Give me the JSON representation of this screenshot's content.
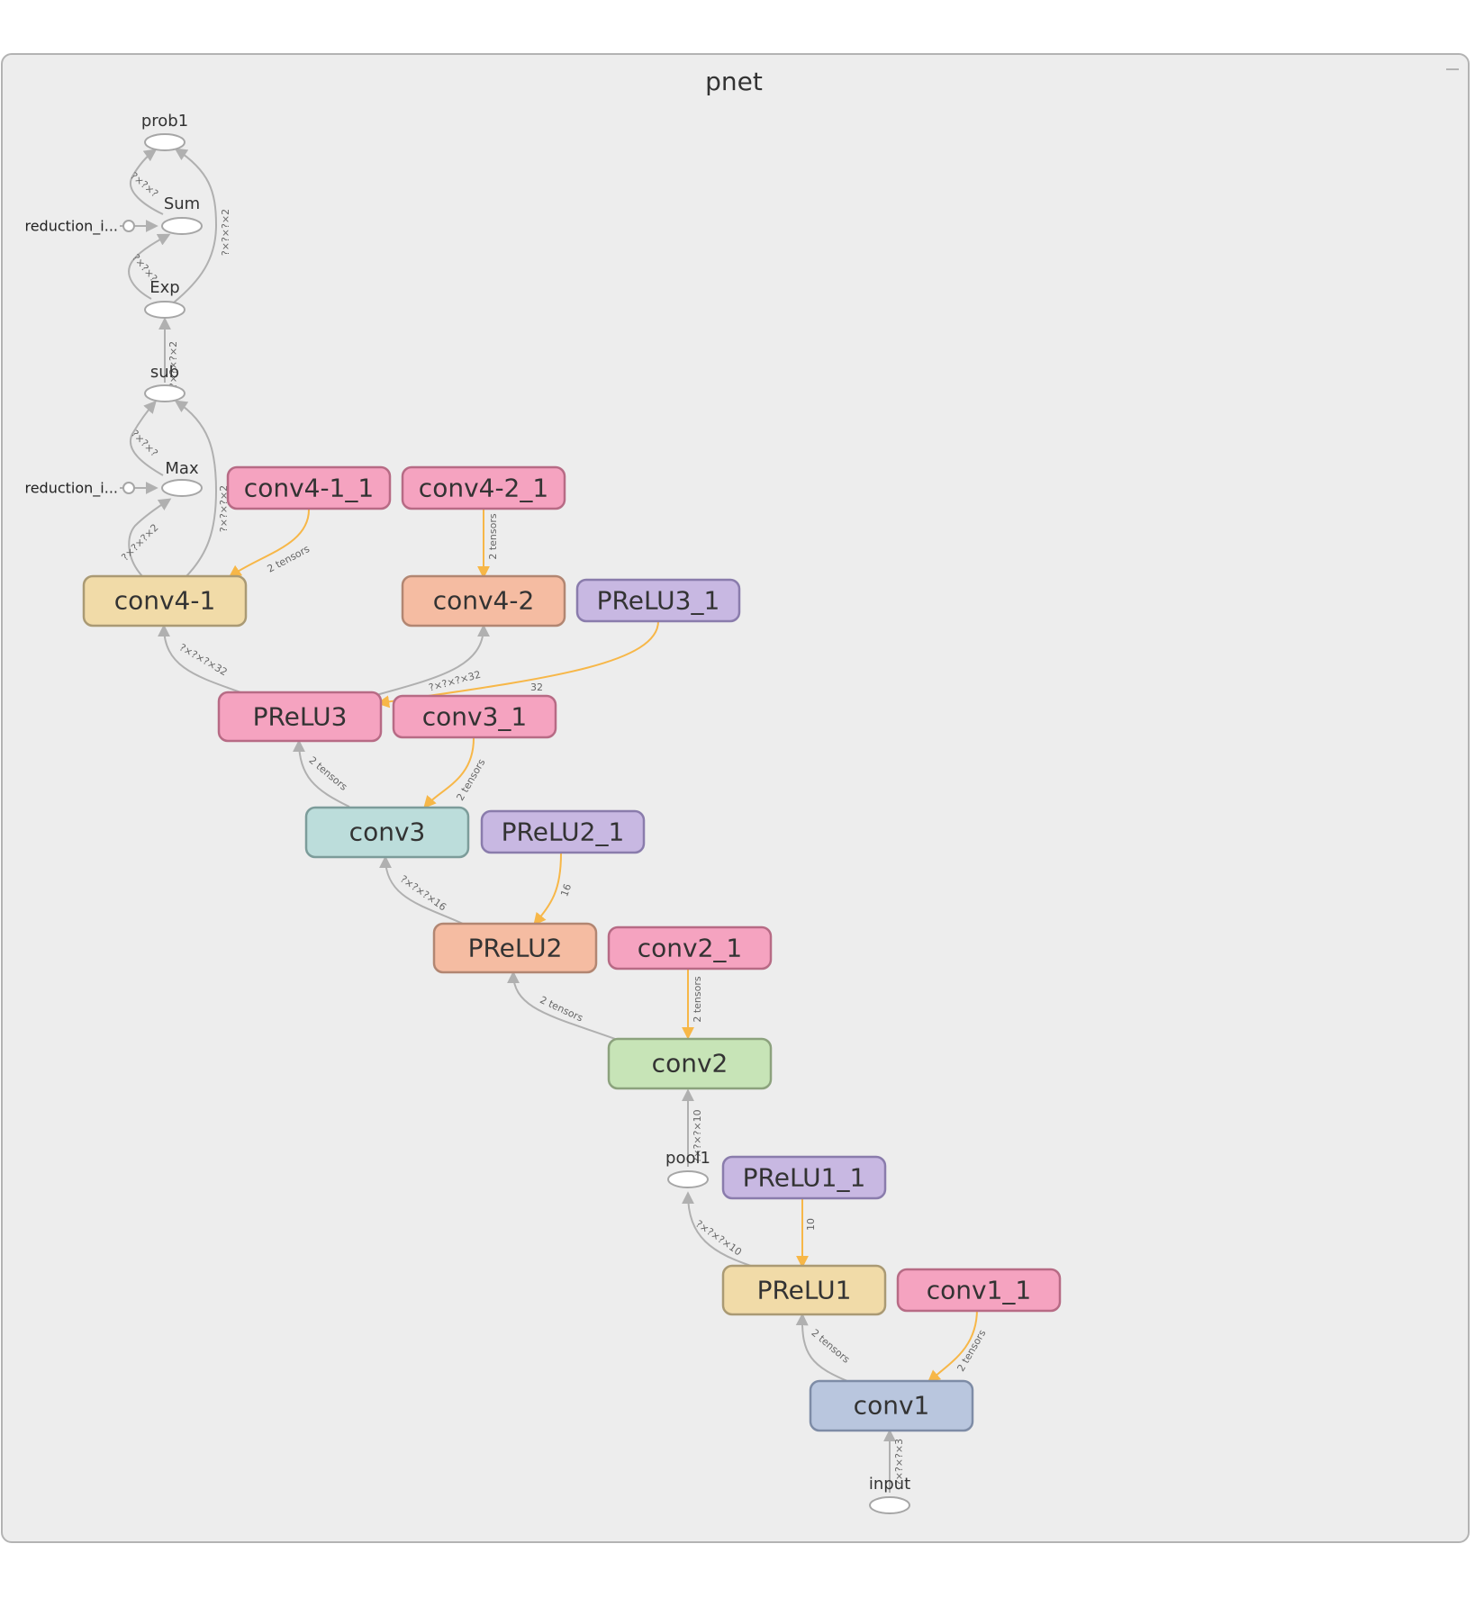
{
  "graph": {
    "title": "pnet",
    "colors": {
      "panel_bg": "#ededed",
      "panel_border": "#b3b3b3",
      "edge_gray": "#b0b0b0",
      "edge_orange": "#f7b748",
      "pink_fill": "#f5a3c0",
      "pink_stroke": "#b76b85",
      "tan_fill": "#f1dba8",
      "tan_stroke": "#aa9a74",
      "salmon_fill": "#f5bca2",
      "salmon_stroke": "#b28672",
      "purple_fill": "#c8b8e2",
      "purple_stroke": "#8a7cac",
      "teal_fill": "#bcdddb",
      "teal_stroke": "#7c9c9a",
      "green_fill": "#c7e4b7",
      "green_stroke": "#8ca27d",
      "blue_fill": "#b9c6de",
      "blue_stroke": "#7e8ca6"
    },
    "nodes": {
      "conv4_1_1": "conv4-1_1",
      "conv4_2_1": "conv4-2_1",
      "conv4_1": "conv4-1",
      "conv4_2": "conv4-2",
      "prelu3_1": "PReLU3_1",
      "prelu3": "PReLU3",
      "conv3_1": "conv3_1",
      "conv3": "conv3",
      "prelu2_1": "PReLU2_1",
      "prelu2": "PReLU2",
      "conv2_1": "conv2_1",
      "conv2": "conv2",
      "prelu1_1": "PReLU1_1",
      "prelu1": "PReLU1",
      "conv1_1": "conv1_1",
      "conv1": "conv1"
    },
    "ops": {
      "prob1": "prob1",
      "sum": "Sum",
      "exp": "Exp",
      "sub": "sub",
      "max": "Max",
      "pool1": "pool1",
      "input": "input"
    },
    "side_labels": {
      "reduction_sum": "reduction_i...",
      "reduction_max": "reduction_i..."
    },
    "edge_labels": {
      "sum_prob1": "?×?×?",
      "exp_prob1": "?×?×?×2",
      "exp_sum": "?×?×?",
      "sub_exp": "?×?×?×2",
      "max_sub": "?×?×?",
      "conv41_sub": "?×?×?×2",
      "conv41_max": "?×?×?×2",
      "conv411_conv41": "2 tensors",
      "conv421_conv42": "2 tensors",
      "prelu3_conv41": "?×?×?×32",
      "prelu3_conv42": "?×?×?×32",
      "prelu31_prelu3": "32",
      "conv3_prelu3": "2 tensors",
      "conv31_conv3": "2 tensors",
      "prelu2_conv3": "?×?×?×16",
      "prelu21_prelu2": "16",
      "conv2_prelu2": "2 tensors",
      "conv21_conv2": "2 tensors",
      "pool1_conv2": "?×?×?×10",
      "prelu1_pool1": "?×?×?×10",
      "prelu11_prelu1": "10",
      "conv1_prelu1": "2 tensors",
      "conv11_conv1": "2 tensors",
      "input_conv1": "?×?×?×3"
    }
  }
}
